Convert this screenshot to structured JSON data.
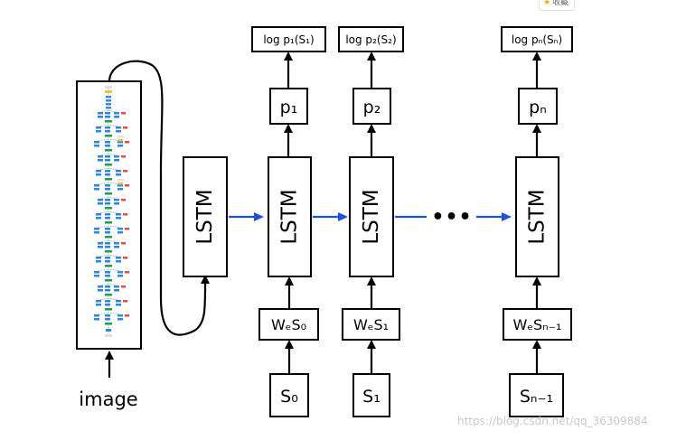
{
  "input_label": "image",
  "blocks": [
    {
      "lstm": "LSTM"
    },
    {
      "lstm": "LSTM",
      "out": "log p₁(S₁)",
      "p": "p₁",
      "w": "WₑS₀",
      "s": "S₀"
    },
    {
      "lstm": "LSTM",
      "out": "log p₂(S₂)",
      "p": "p₂",
      "w": "WₑS₁",
      "s": "S₁"
    },
    {
      "lstm": "LSTM",
      "out": "log pₙ(Sₙ)",
      "p": "pₙ",
      "w": "WₑSₙ₋₁",
      "s": "Sₙ₋₁"
    }
  ],
  "ellipsis": "•••",
  "badge_text": "收藏",
  "watermark": "https://blog.csdn.net/qq_36309884",
  "colors": {
    "arrow_blue": "#1f4fe8",
    "stroke": "#000000"
  }
}
